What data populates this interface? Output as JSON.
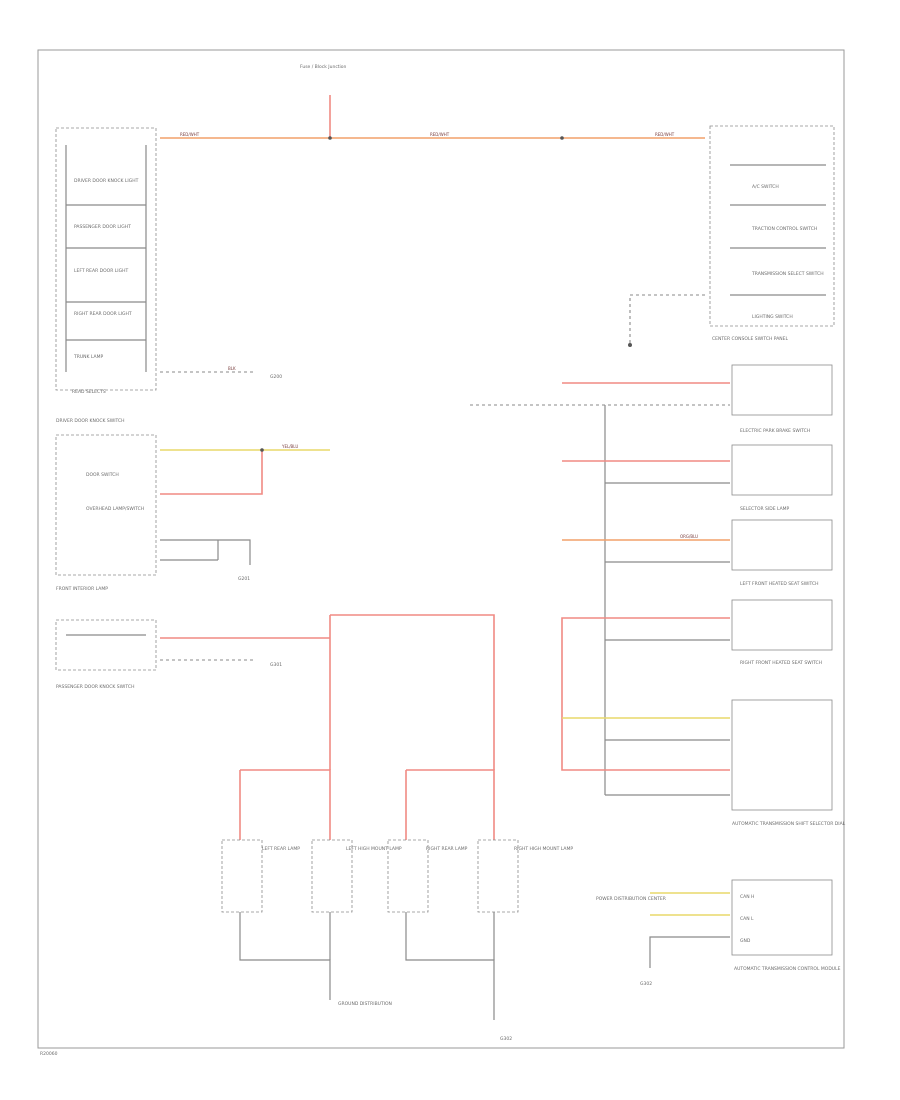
{
  "footer": {
    "code": "R20060"
  },
  "colors": {
    "power": "#f08a84",
    "orange": "#f2a06a",
    "yellow": "#e8d96a",
    "ground": "#8a8a8a"
  },
  "top": {
    "fuse_label": "Fuse / Block Junction"
  },
  "groups": {
    "driver_door": {
      "title": "DRIVER DOOR KNOCK SWITCH",
      "items": [
        "READ SELECTS",
        "DRIVER DOOR KNOCK LIGHT",
        "PASSENGER DOOR LIGHT",
        "LEFT REAR DOOR LIGHT",
        "RIGHT REAR DOOR LIGHT",
        "TRUNK LAMP"
      ]
    },
    "front_interior": {
      "title": "FRONT INTERIOR LAMP",
      "items": [
        "DOOR SWITCH",
        "OVERHEAD LAMP/SWITCH"
      ]
    },
    "passenger_door": {
      "title": "PASSENGER DOOR KNOCK SWITCH"
    },
    "center_console": {
      "title": "CENTER CONSOLE SWITCH PANEL",
      "items": [
        "A/C SWITCH",
        "TRACTION CONTROL SWITCH",
        "TRANSMISSION SELECT SWITCH",
        "LIGHTING SWITCH"
      ]
    },
    "right_panel": {
      "items": [
        "ELECTRIC PARK BRAKE SWITCH",
        "SELECTOR SIDE LAMP",
        "LEFT FRONT HEATED SEAT SWITCH",
        "RIGHT FRONT HEATED SEAT SWITCH",
        "AUTOMATIC TRANSMISSION SHIFT SELECTOR DIAL"
      ]
    },
    "lamps": [
      "LEFT REAR LAMP",
      "LEFT HIGH MOUNT LAMP",
      "RIGHT REAR LAMP",
      "RIGHT HIGH MOUNT LAMP"
    ],
    "tcm": {
      "title": "AUTOMATIC TRANSMISSION CONTROL MODULE",
      "lines": [
        "POWER DISTRIBUTION CENTER",
        "CAN H",
        "CAN L",
        "GND"
      ]
    },
    "bottom": {
      "label": "GROUND DISTRIBUTION",
      "ground": "G302"
    }
  },
  "wire_labels": {
    "power": "RED/WHT",
    "ground": "BLK",
    "orange": "ORG/BLU",
    "yellow": "YEL/BLU",
    "ground_points": [
      "G200",
      "G201",
      "G301",
      "G302"
    ]
  }
}
